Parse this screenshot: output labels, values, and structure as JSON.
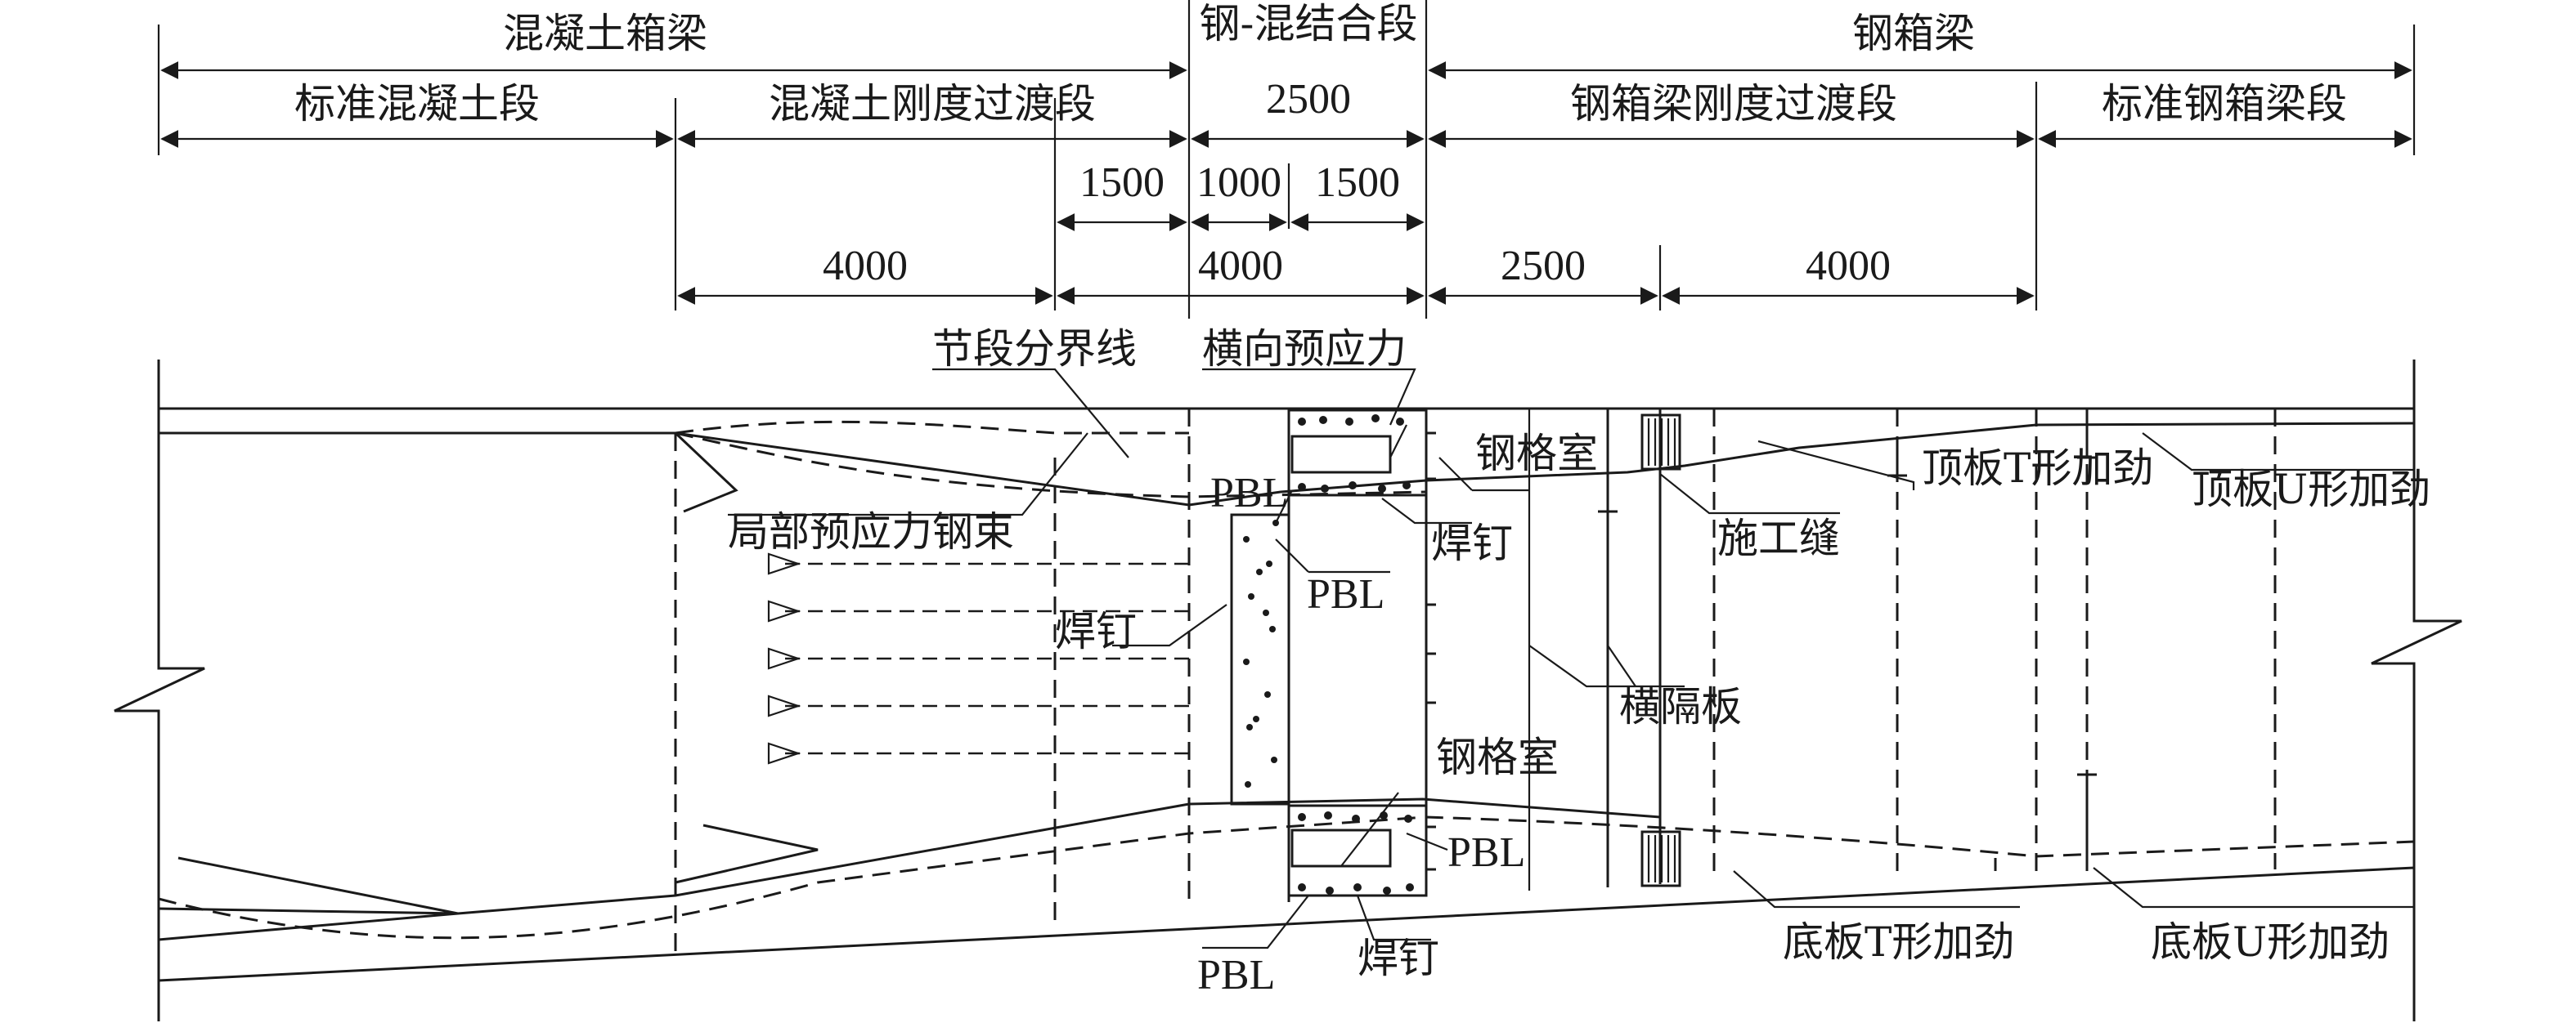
{
  "labels": {
    "zone_concrete": "混凝土箱梁",
    "zone_joint": "钢-混结合段",
    "zone_steel": "钢箱梁",
    "seg_std_concrete": "标准混凝土段",
    "seg_concrete_transition": "混凝土刚度过渡段",
    "seg_joint_len": "2500",
    "seg_steel_transition": "钢箱梁刚度过渡段",
    "seg_std_steel": "标准钢箱梁段",
    "dim_1500_left": "1500",
    "dim_1000": "1000",
    "dim_1500_right": "1500",
    "dim_4000_a": "4000",
    "dim_4000_b": "4000",
    "dim_2500": "2500",
    "dim_4000_c": "4000",
    "segment_boundary": "节段分界线",
    "transverse_prestress": "横向预应力",
    "steel_cell_top": "钢格室",
    "top_t_stiffener": "顶板T形加劲",
    "top_u_stiffener": "顶板U形加劲",
    "pbl_top": "PBL",
    "local_tendon": "局部预应力钢束",
    "stud_top": "焊钉",
    "construction_joint": "施工缝",
    "pbl_web": "PBL",
    "stud_web": "焊钉",
    "diaphragm": "横隔板",
    "steel_cell_bottom": "钢格室",
    "pbl_bottom_right": "PBL",
    "bottom_t_stiffener": "底板T形加劲",
    "bottom_u_stiffener": "底板U形加劲",
    "stud_bottom": "焊钉",
    "pbl_bottom_left": "PBL"
  }
}
